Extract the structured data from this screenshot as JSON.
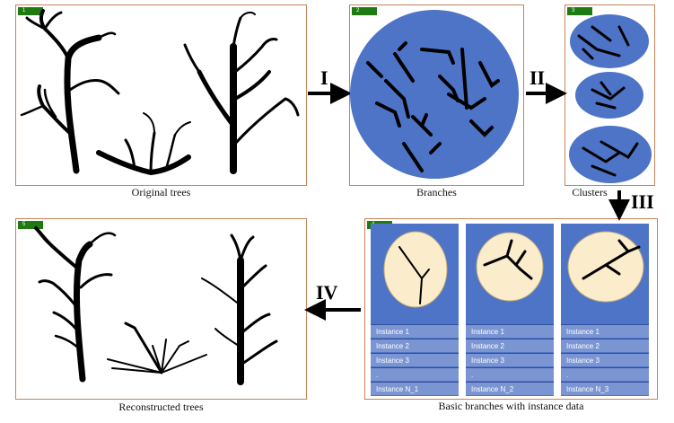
{
  "panels": [
    {
      "badge": "1",
      "caption": "Original trees"
    },
    {
      "badge": "2",
      "caption": "Branches"
    },
    {
      "badge": "3",
      "caption": "Clusters"
    },
    {
      "badge": "4",
      "caption": "Basic branches with instance data"
    },
    {
      "badge": "5",
      "caption": "Reconstructed trees"
    }
  ],
  "steps": [
    "I",
    "II",
    "III",
    "IV"
  ],
  "columns": [
    {
      "instances": [
        "Instance 1",
        "Instance 2",
        "Instance 3",
        ".",
        "Instance N_1"
      ]
    },
    {
      "instances": [
        "Instance 1",
        "Instance 2",
        "Instance 3",
        ".",
        "Instance N_2"
      ]
    },
    {
      "instances": [
        "Instance 1",
        "Instance 2",
        "Instance 3",
        ".",
        "Instance N_3"
      ]
    }
  ],
  "colors": {
    "panel_border": "#c9835a",
    "badge": "#1f7a12",
    "blue": "#4d74c7",
    "cream": "#fbeccb",
    "instance_row": "#7b95d3"
  }
}
